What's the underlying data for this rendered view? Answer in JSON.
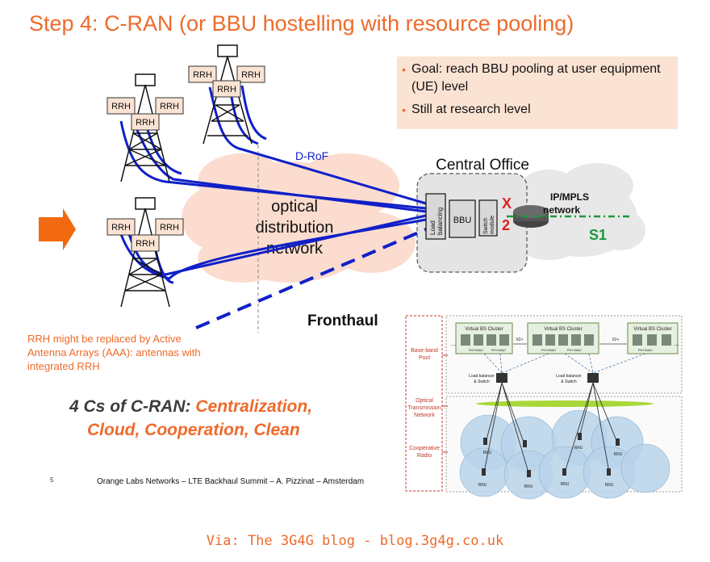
{
  "title": "Step 4: C-RAN (or BBU hostelling with resource pooling)",
  "goal_box": {
    "items": [
      "Goal: reach BBU pooling at user equipment (UE) level",
      "Still at research level"
    ],
    "bullet": "•"
  },
  "diagram": {
    "rrh_label": "RRH",
    "d_rof": "D-RoF",
    "optical_cloud_lines": [
      "optical",
      "distribution",
      "network"
    ],
    "central_office": "Central Office",
    "load_balancing_lines": [
      "Load",
      "balancing"
    ],
    "bbu": "BBU",
    "switch_module_lines": [
      "Switch",
      "module"
    ],
    "x_mark": "X",
    "marker_2": "2",
    "ipmpls_lines": [
      "IP/MPLS",
      "network"
    ],
    "s1": "S1",
    "fronthaul": "Fronthaul"
  },
  "inset": {
    "left_labels": {
      "baseband_pool": [
        "Base-band",
        "Pool"
      ],
      "optical_transmission": [
        "Optical",
        "Transmission",
        "Network"
      ],
      "cooperative_radio": [
        "Cooperative",
        "Radio"
      ]
    },
    "clusters": [
      "Virtual BS Cluster",
      "Virtual BS Cluster",
      "Virtual BS Cluster"
    ],
    "x2_labels": [
      "X2+",
      "X2+"
    ],
    "phy_mac": "PHY/MAC",
    "ellipsis": "...",
    "load_balancer_labels": [
      [
        "Load balancer",
        "& Switch"
      ],
      [
        "Load balancer",
        "& Switch"
      ]
    ],
    "rru": "RRU"
  },
  "note": "RRH might be replaced by Active Antenna Arrays (AAA): antennas with integrated RRH",
  "four_cs": {
    "prefix": "4 Cs of C-RAN:",
    "line1_rest": "Centralization,",
    "line2": "Cloud, Cooperation, Clean"
  },
  "page_number": "5",
  "footer": "Orange Labs Networks – LTE Backhaul Summit – A. Pizzinat – Amsterdam",
  "via": "Via: The 3G4G blog - blog.3g4g.co.uk",
  "colors": {
    "accent": "#ee6a2a",
    "goal_box_bg": "#fbe3d3",
    "fiber_blue": "#1020c8",
    "cloud_pink": "#fbdcce",
    "s1_green": "#1a9a3a",
    "inset_cell": "#b8d4ea"
  }
}
